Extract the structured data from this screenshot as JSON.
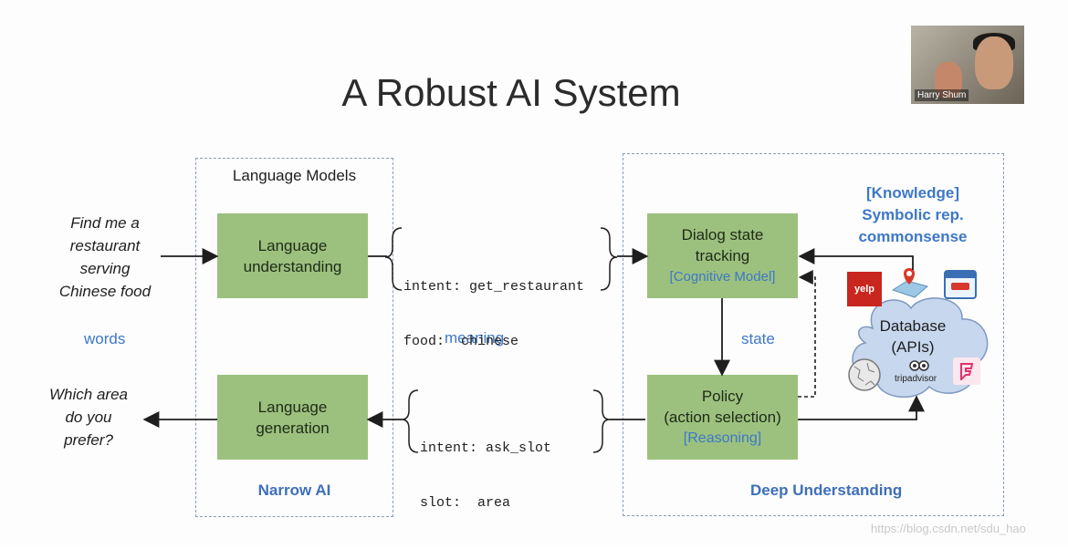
{
  "title": "A Robust AI System",
  "left_panel": {
    "header": "Language Models",
    "understanding_box": [
      "Language",
      "understanding"
    ],
    "generation_box": [
      "Language",
      "generation"
    ],
    "footer": "Narrow AI"
  },
  "input_text": [
    "Find me a",
    "restaurant",
    "serving",
    "Chinese food"
  ],
  "output_text": [
    "Which area",
    "do you",
    "prefer?"
  ],
  "words_label": "words",
  "meaning_label": "meaning",
  "state_label": "state",
  "semantic_frame_in": [
    "intent: get_restaurant",
    "food:  chinese"
  ],
  "semantic_frame_out": [
    "intent: ask_slot",
    "slot:  area"
  ],
  "right_panel": {
    "dst_box": [
      "Dialog state",
      "tracking"
    ],
    "dst_tag": "[Cognitive Model]",
    "policy_box": [
      "Policy",
      "(action selection)"
    ],
    "policy_tag": "[Reasoning]",
    "knowledge": [
      "[Knowledge]",
      "Symbolic rep.",
      "commonsense"
    ],
    "database": [
      "Database",
      "(APIs)"
    ],
    "footer": "Deep Understanding"
  },
  "logos": {
    "yelp": "yelp",
    "tripadvisor": "tripadvisor"
  },
  "webcam_name": "Harry Shum",
  "watermark": "https://blog.csdn.net/sdu_hao",
  "colors": {
    "box_green": "#9cc17e",
    "accent_blue": "#3e78c7",
    "frame_border": "#8a9db7"
  }
}
